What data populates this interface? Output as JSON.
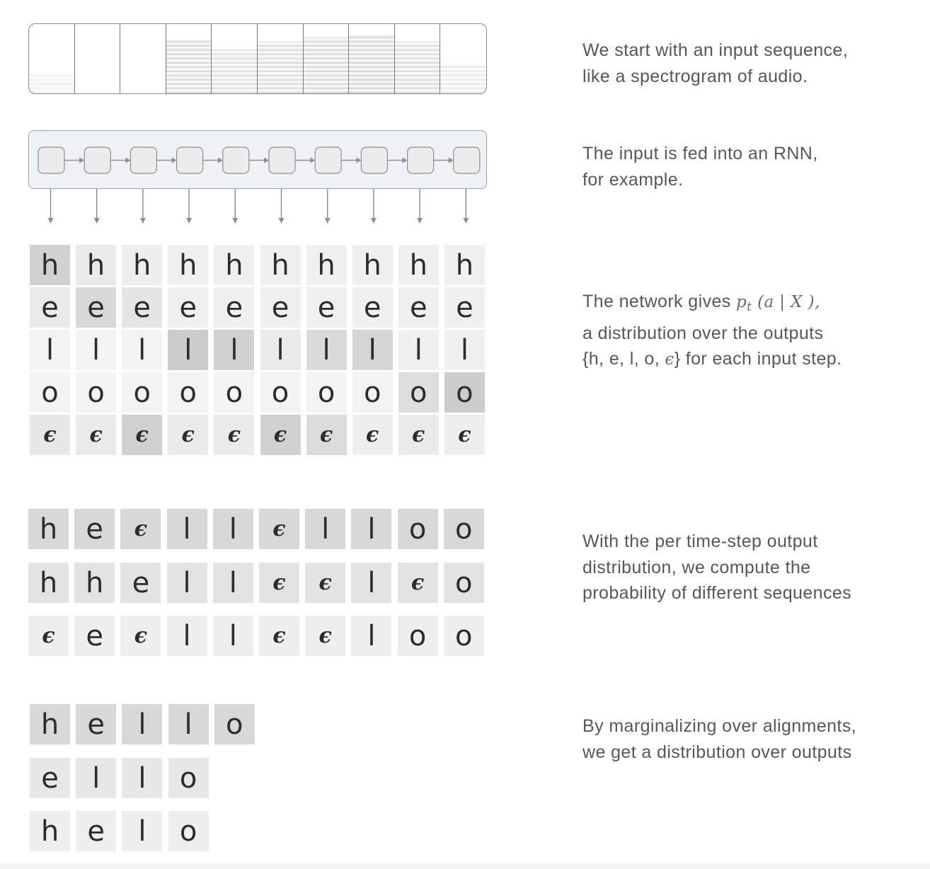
{
  "captions": {
    "input": [
      "We start with an input sequence,",
      "like a spectrogram of audio."
    ],
    "rnn": [
      "The input is fed into an RNN,",
      "for example."
    ],
    "dist_line1_pre": "The network gives ",
    "dist_math_p": "p",
    "dist_math_t": "t",
    "dist_math_rest": " (a | X ),",
    "dist_line1_post": "",
    "dist_line2": "a distribution over the outputs",
    "dist_line3_pre": "{h, e, l, o, ",
    "dist_line3_eps": "ϵ",
    "dist_line3_post": "} for each input step.",
    "seq": [
      "With the per time-step output",
      "distribution, we compute the",
      "probability of different sequences"
    ],
    "marg": [
      "By marginalizing over alignments,",
      "we get a distribution over outputs"
    ]
  },
  "spectrogram": {
    "segments": 10,
    "energy": [
      0.05,
      0.0,
      0.0,
      0.75,
      0.55,
      0.7,
      0.8,
      0.85,
      0.7,
      0.25
    ]
  },
  "rnn": {
    "steps": 10
  },
  "distribution": {
    "rows": [
      "h",
      "e",
      "l",
      "o",
      "ϵ"
    ],
    "shade": [
      [
        0.85,
        0.3,
        0.2,
        0.15,
        0.15,
        0.15,
        0.15,
        0.15,
        0.15,
        0.15
      ],
      [
        0.3,
        0.7,
        0.4,
        0.15,
        0.15,
        0.15,
        0.15,
        0.15,
        0.15,
        0.15
      ],
      [
        0.1,
        0.1,
        0.1,
        0.95,
        0.85,
        0.3,
        0.65,
        0.75,
        0.15,
        0.15
      ],
      [
        0.1,
        0.1,
        0.1,
        0.1,
        0.1,
        0.1,
        0.1,
        0.1,
        0.55,
        0.95
      ],
      [
        0.35,
        0.3,
        0.85,
        0.3,
        0.3,
        0.85,
        0.6,
        0.2,
        0.3,
        0.2
      ]
    ]
  },
  "alignments": [
    {
      "tokens": [
        "h",
        "e",
        "ϵ",
        "l",
        "l",
        "ϵ",
        "l",
        "l",
        "o",
        "o"
      ],
      "shade": 0.7
    },
    {
      "tokens": [
        "h",
        "h",
        "e",
        "l",
        "l",
        "ϵ",
        "ϵ",
        "l",
        "ϵ",
        "o"
      ],
      "shade": 0.45
    },
    {
      "tokens": [
        "ϵ",
        "e",
        "ϵ",
        "l",
        "l",
        "ϵ",
        "ϵ",
        "l",
        "o",
        "o"
      ],
      "shade": 0.2
    }
  ],
  "outputs": [
    {
      "tokens": [
        "h",
        "e",
        "l",
        "l",
        "o"
      ],
      "shade": 0.7
    },
    {
      "tokens": [
        "e",
        "l",
        "l",
        "o"
      ],
      "shade": 0.35
    },
    {
      "tokens": [
        "h",
        "e",
        "l",
        "o"
      ],
      "shade": 0.2
    }
  ],
  "colors": {
    "cell_light": "#f3f3f3",
    "cell_dark": "#cfcfcf",
    "border": "#8a8a8a",
    "rnn_bg": "#eef1f5"
  }
}
